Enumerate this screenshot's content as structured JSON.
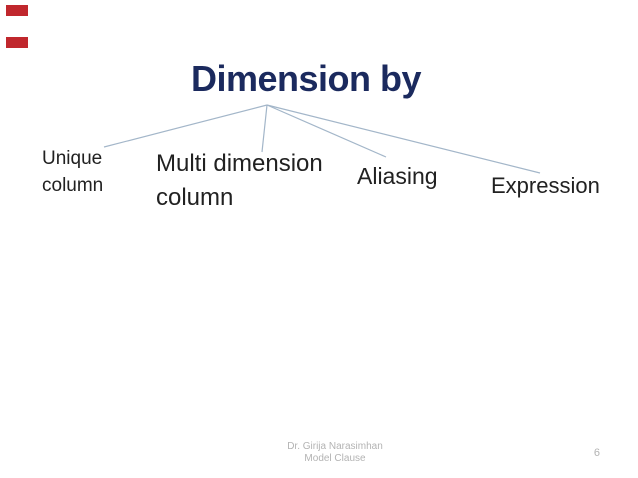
{
  "slide": {
    "background_color": "#ffffff",
    "title": {
      "text": "Dimension by",
      "color": "#1b2a5e"
    },
    "accent_bars": {
      "color": "#c0272d",
      "count": 2
    },
    "diagram": {
      "type": "tree",
      "root": "Dimension by",
      "connector_color": "#a3b6c9",
      "branches": [
        {
          "label": "Unique column"
        },
        {
          "label": "Multi dimension column"
        },
        {
          "label": "Aliasing"
        },
        {
          "label": "Expression"
        }
      ]
    },
    "footer": {
      "author": "Dr. Girija Narasimhan",
      "subtitle": "Model Clause",
      "page_number": "6"
    }
  }
}
